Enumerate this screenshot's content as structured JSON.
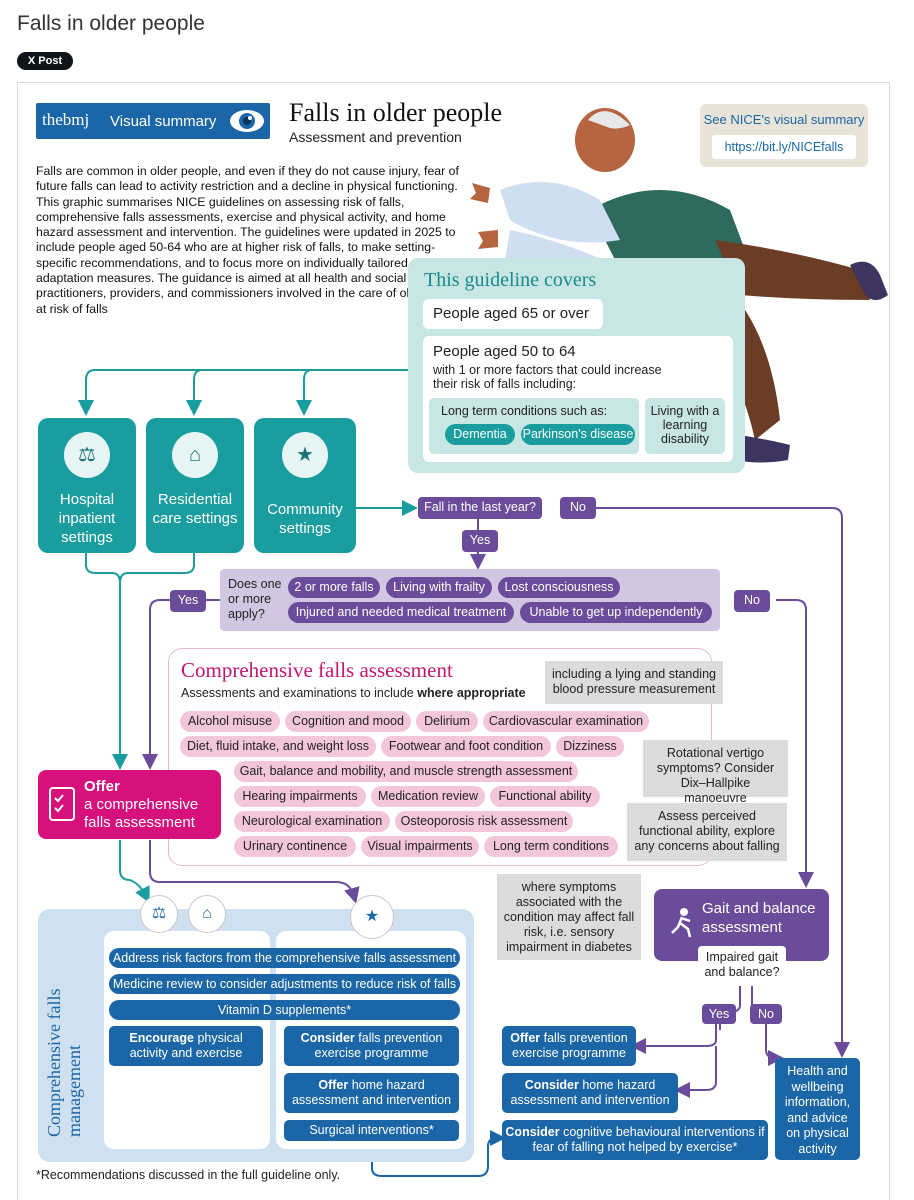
{
  "page": {
    "title": "Falls in older people",
    "xpost": "X Post"
  },
  "header": {
    "logo": "thebmj",
    "badge": "Visual summary",
    "title": "Falls in older people",
    "subtitle": "Assessment and prevention"
  },
  "nice": {
    "label": "See NICE's visual summary",
    "url": "https://bit.ly/NICEfalls"
  },
  "intro": "Falls are common in older people, and even if they do not cause injury, fear of future falls can lead to activity restriction and a decline in physical functioning. This graphic summarises NICE guidelines on assessing risk of falls, comprehensive falls assessments, exercise and physical activity, and home hazard assessment and intervention. The guidelines were updated in 2025 to include people aged 50-64 who are at higher risk of falls, to make setting-specific recommendations, and to focus more on individually tailored adaptation measures. The guidance is aimed at all health and social care practitioners, providers, and commissioners involved in the care of older adults at risk of falls",
  "covers": {
    "heading": "This guideline covers",
    "group1": "People aged 65 or over",
    "group2": "People aged 50 to 64",
    "group2_note": "with 1 or more factors that could increase their risk of falls including:",
    "ltc": "Long term conditions such as:",
    "ltc_items": [
      "Dementia",
      "Parkinson's disease"
    ],
    "disability": "Living with a learning disability"
  },
  "settings": {
    "hospital": "Hospital inpatient settings",
    "residential": "Residential care settings",
    "community": "Community settings"
  },
  "flow": {
    "fall_q": "Fall in the last year?",
    "yes": "Yes",
    "no": "No",
    "apply_q": "Does one or more apply?",
    "apply_items": [
      "2 or more falls",
      "Living with frailty",
      "Lost consciousness",
      "Injured and needed medical treatment",
      "Unable to get up independently"
    ]
  },
  "cfa": {
    "heading": "Comprehensive falls assessment",
    "sub_a": "Assessments and examinations to include ",
    "sub_b": "where appropriate",
    "items": [
      "Alcohol misuse",
      "Cognition and mood",
      "Delirium",
      "Cardiovascular examination",
      "Diet, fluid intake, and weight loss",
      "Footwear and foot condition",
      "Dizziness",
      "Gait, balance and mobility, and muscle strength assessment",
      "Hearing impairments",
      "Medication review",
      "Functional ability",
      "Neurological examination",
      "Osteoporosis risk assessment",
      "Urinary continence",
      "Visual impairments",
      "Long term conditions"
    ],
    "notes": [
      "including a lying and standing blood pressure measurement",
      "Rotational vertigo symptoms? Consider Dix–Hallpike manoeuvre",
      "Assess perceived functional ability, explore any concerns about falling",
      "where symptoms associated with the condition may affect fall risk, i.e. sensory impairment in diabetes"
    ]
  },
  "offer": {
    "bold": "Offer",
    "rest": "a comprehensive falls assessment"
  },
  "management": {
    "side_label": "Comprehensive falls management",
    "address": "Address risk factors from the comprehensive falls assessment",
    "medicine": "Medicine review to consider adjustments to reduce risk of falls",
    "vitd": "Vitamin D supplements*",
    "encourage_b": "Encourage",
    "encourage_r": " physical activity and exercise",
    "consider_b": "Consider",
    "consider_r": " falls prevention exercise programme",
    "offerhome_b": "Offer",
    "offerhome_r": " home hazard assessment and intervention",
    "surgical": "Surgical interventions*"
  },
  "gait": {
    "heading": "Gait and balance assessment",
    "question": "Impaired gait and balance?"
  },
  "outcomes": {
    "o1_b": "Offer",
    "o1_r": " falls prevention exercise programme",
    "o2_b": "Consider",
    "o2_r": " home hazard assessment and intervention",
    "o3_b": "Consider",
    "o3_r": " cognitive behavioural interventions if fear of falling not helped by exercise*",
    "health": "Health and wellbeing information, and advice on physical activity"
  },
  "footnote": "*Recommendations discussed in the full guideline only.",
  "colors": {
    "teal": "#1a9d9f",
    "purple": "#6b4c9a",
    "magenta": "#d6117c",
    "blue": "#1b66a6",
    "pink": "#f3c6da"
  },
  "icons": [
    "eye-icon",
    "hospital-icon",
    "care-home-icon",
    "community-icon",
    "checklist-icon",
    "gait-icon",
    "falling-person-illustration"
  ]
}
